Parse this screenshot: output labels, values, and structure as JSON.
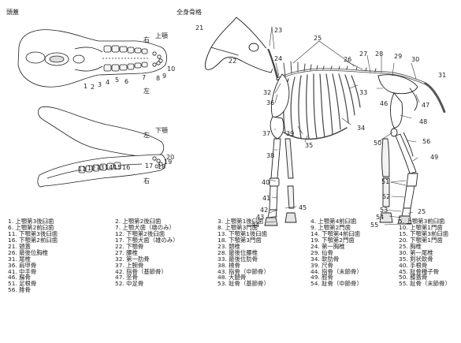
{
  "headings": {
    "skull": "頭蓋",
    "skeleton": "全身骨格"
  },
  "side_labels": {
    "right_upper": "右",
    "upper_jaw": "上顎",
    "left_upper": "左",
    "right_lower": "右",
    "lower_jaw": "下顎",
    "left_lower": "左"
  },
  "skull_numbers": [
    "1",
    "2",
    "3",
    "4",
    "5",
    "6",
    "7",
    "8",
    "9",
    "10"
  ],
  "jaw_numbers": [
    "11",
    "12",
    "13",
    "14",
    "15",
    "16",
    "17",
    "18",
    "19",
    "20"
  ],
  "skeleton_numbers": [
    "21",
    "22",
    "23",
    "24",
    "25",
    "26",
    "27",
    "28",
    "29",
    "30",
    "31",
    "32",
    "33",
    "36",
    "37",
    "35",
    "34",
    "38",
    "39",
    "46",
    "47",
    "48",
    "50",
    "56",
    "49",
    "40",
    "41",
    "42",
    "43",
    "44",
    "45",
    "51",
    "52",
    "53",
    "54",
    "55",
    "25"
  ],
  "legend": [
    [
      "1. 上顎第3後臼歯",
      "2. 上顎第2後臼歯",
      "3. 上顎第1後臼歯",
      "4. 上顎第4前臼歯",
      "5. 上顎第3前臼歯"
    ],
    [
      "6. 上顎第2前臼歯",
      "7. 上顎犬歯（雄のみ）",
      "8. 上顎第3門歯",
      "9. 上顎第2門歯",
      "10. 上顎第1門歯"
    ],
    [
      "11. 下顎第3後臼歯",
      "12. 下顎第2後臼歯",
      "13. 下顎第1後臼歯",
      "14. 下顎第4前臼歯",
      "15. 下顎第3前臼歯"
    ],
    [
      "16. 下顎第2前臼歯",
      "17. 下顎犬歯（雄のみ）",
      "18. 下顎第3門歯",
      "19. 下顎第2門歯",
      "20. 下顎第1門歯"
    ],
    [
      "21. 頭蓋",
      "22. 下顎骨",
      "23. 頚椎",
      "24. 第一胸椎",
      "25. 胸椎"
    ],
    [
      "26. 最後位胸椎",
      "27. 腰椎",
      "28. 最後位腰椎",
      "29. 仙骨",
      "30. 第一尾椎"
    ],
    [
      "31. 尾椎",
      "32. 第一肋骨",
      "33. 最後位肋骨",
      "34. 軟肋骨",
      "35. 剣状軟骨"
    ],
    [
      "36. 肩甲骨",
      "37. 上腕骨",
      "38. 橈骨",
      "39. 尺骨",
      "40. 手根骨"
    ],
    [
      "41. 中手骨",
      "42. 指骨（基節骨）",
      "43. 指骨（中節骨）",
      "44. 指骨（末節骨）",
      "45. 趾骨種子骨"
    ],
    [
      "46. 腸骨",
      "47. 坐骨",
      "48. 大腿骨",
      "49. 脛骨",
      "50. 膝蓋骨"
    ],
    [
      "51. 足根骨",
      "52. 中足骨",
      "53. 趾骨（基節骨）",
      "54. 趾骨（中節骨）",
      "55. 趾骨（末節骨）"
    ],
    [
      "56. 腓骨"
    ]
  ]
}
